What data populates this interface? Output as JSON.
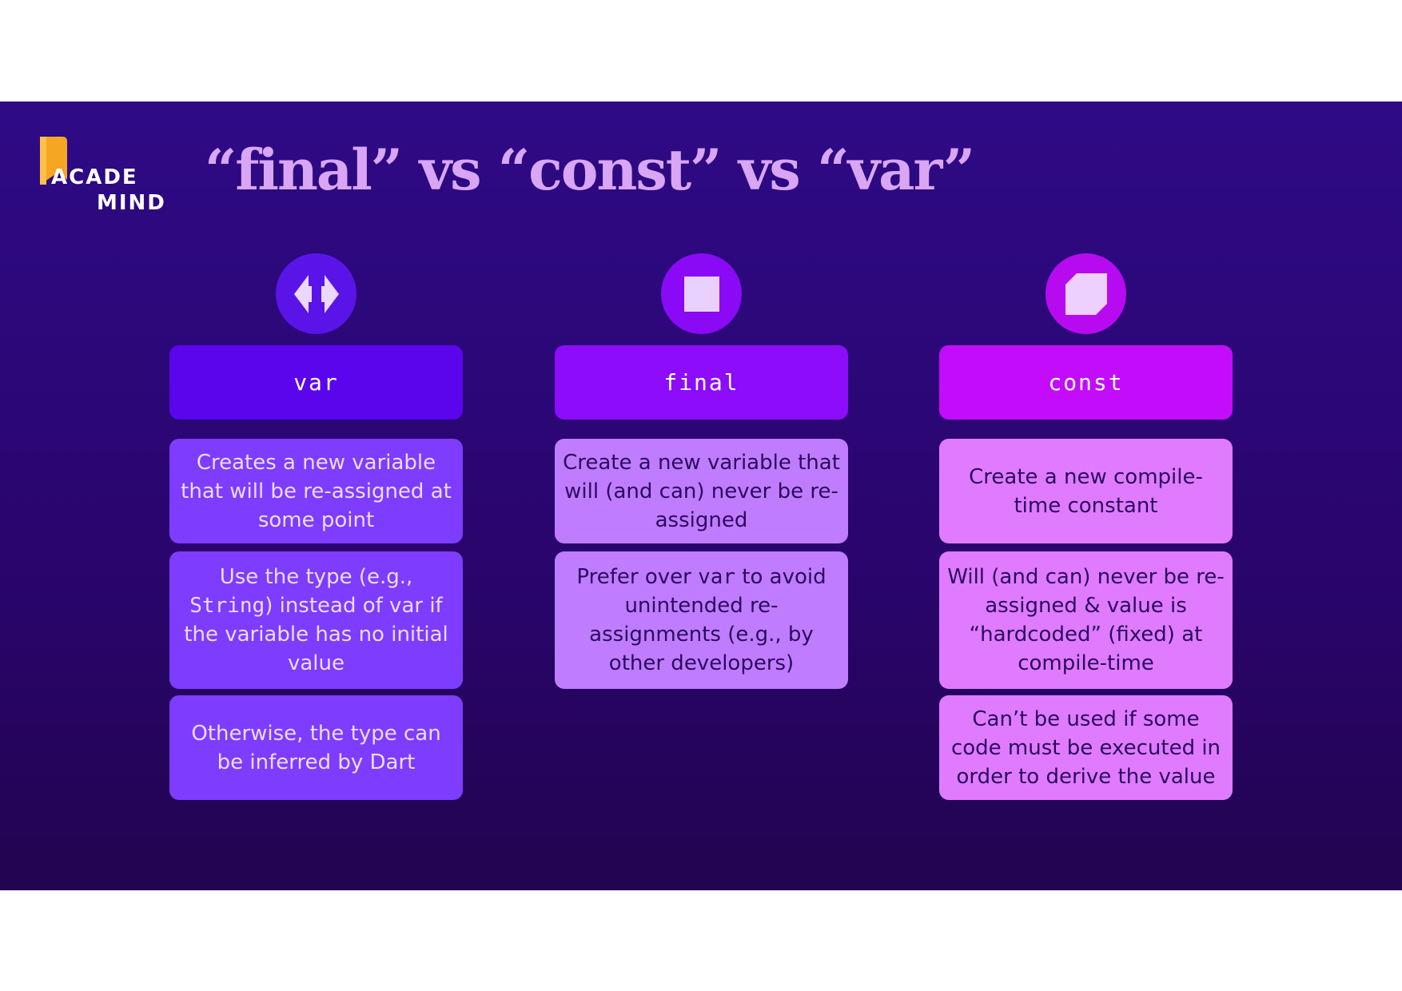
{
  "logo": {
    "line1": "ACADE",
    "line2": "MIND",
    "color": "#f5a623"
  },
  "title": "“final” vs “const” vs “var”",
  "columns": [
    {
      "icon": "two-way-arrow-icon",
      "header": "var",
      "circle_color": "#5a14e8",
      "header_color": "#5a05ec",
      "cards": [
        {
          "text": "Creates a new variable that will be re-assigned at some point"
        },
        {
          "before": "Use the type (e.g., ",
          "code": "String",
          "after": ") instead of var if the variable has no initial value"
        },
        {
          "text": "Otherwise, the type can be inferred by Dart"
        }
      ]
    },
    {
      "icon": "square-icon",
      "header": "final",
      "circle_color": "#8a0af5",
      "header_color": "#8c0cfb",
      "cards": [
        {
          "text": "Create a new variable that will (and can) never be re-assigned"
        },
        {
          "before": "Prefer over ",
          "code": "var",
          "after": " to avoid unintended re-assignments (e.g., by other developers)"
        }
      ]
    },
    {
      "icon": "snipped-square-icon",
      "header": "const",
      "circle_color": "#b80af0",
      "header_color": "#c20cfb",
      "cards": [
        {
          "text": "Create a new compile-time constant"
        },
        {
          "text": "Will (and can) never be re-assigned & value is “hardcoded” (fixed) at compile-time"
        },
        {
          "text": "Can’t be used if some code must be executed in order to derive the value"
        }
      ]
    }
  ]
}
